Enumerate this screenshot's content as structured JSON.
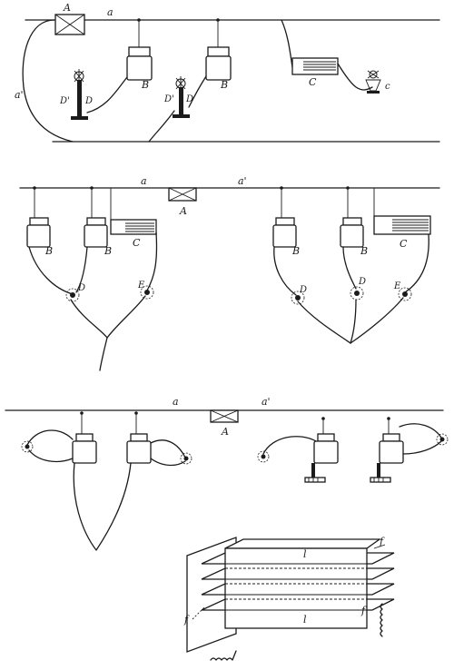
{
  "labels": {
    "a": "a",
    "a_prime": "a'",
    "A": "A",
    "B": "B",
    "C": "C",
    "D": "D",
    "D_prime": "D'",
    "E": "E",
    "c_small": "c",
    "l": "l",
    "f": "f"
  },
  "colors": {
    "ink": "#1b1b1b",
    "paper": "#ffffff"
  },
  "icons": [
    "arc-lamp-icon",
    "spark-burst-icon",
    "condenser-icon",
    "induction-coil-icon",
    "fuse-box-icon",
    "spiral-wire-icon"
  ]
}
